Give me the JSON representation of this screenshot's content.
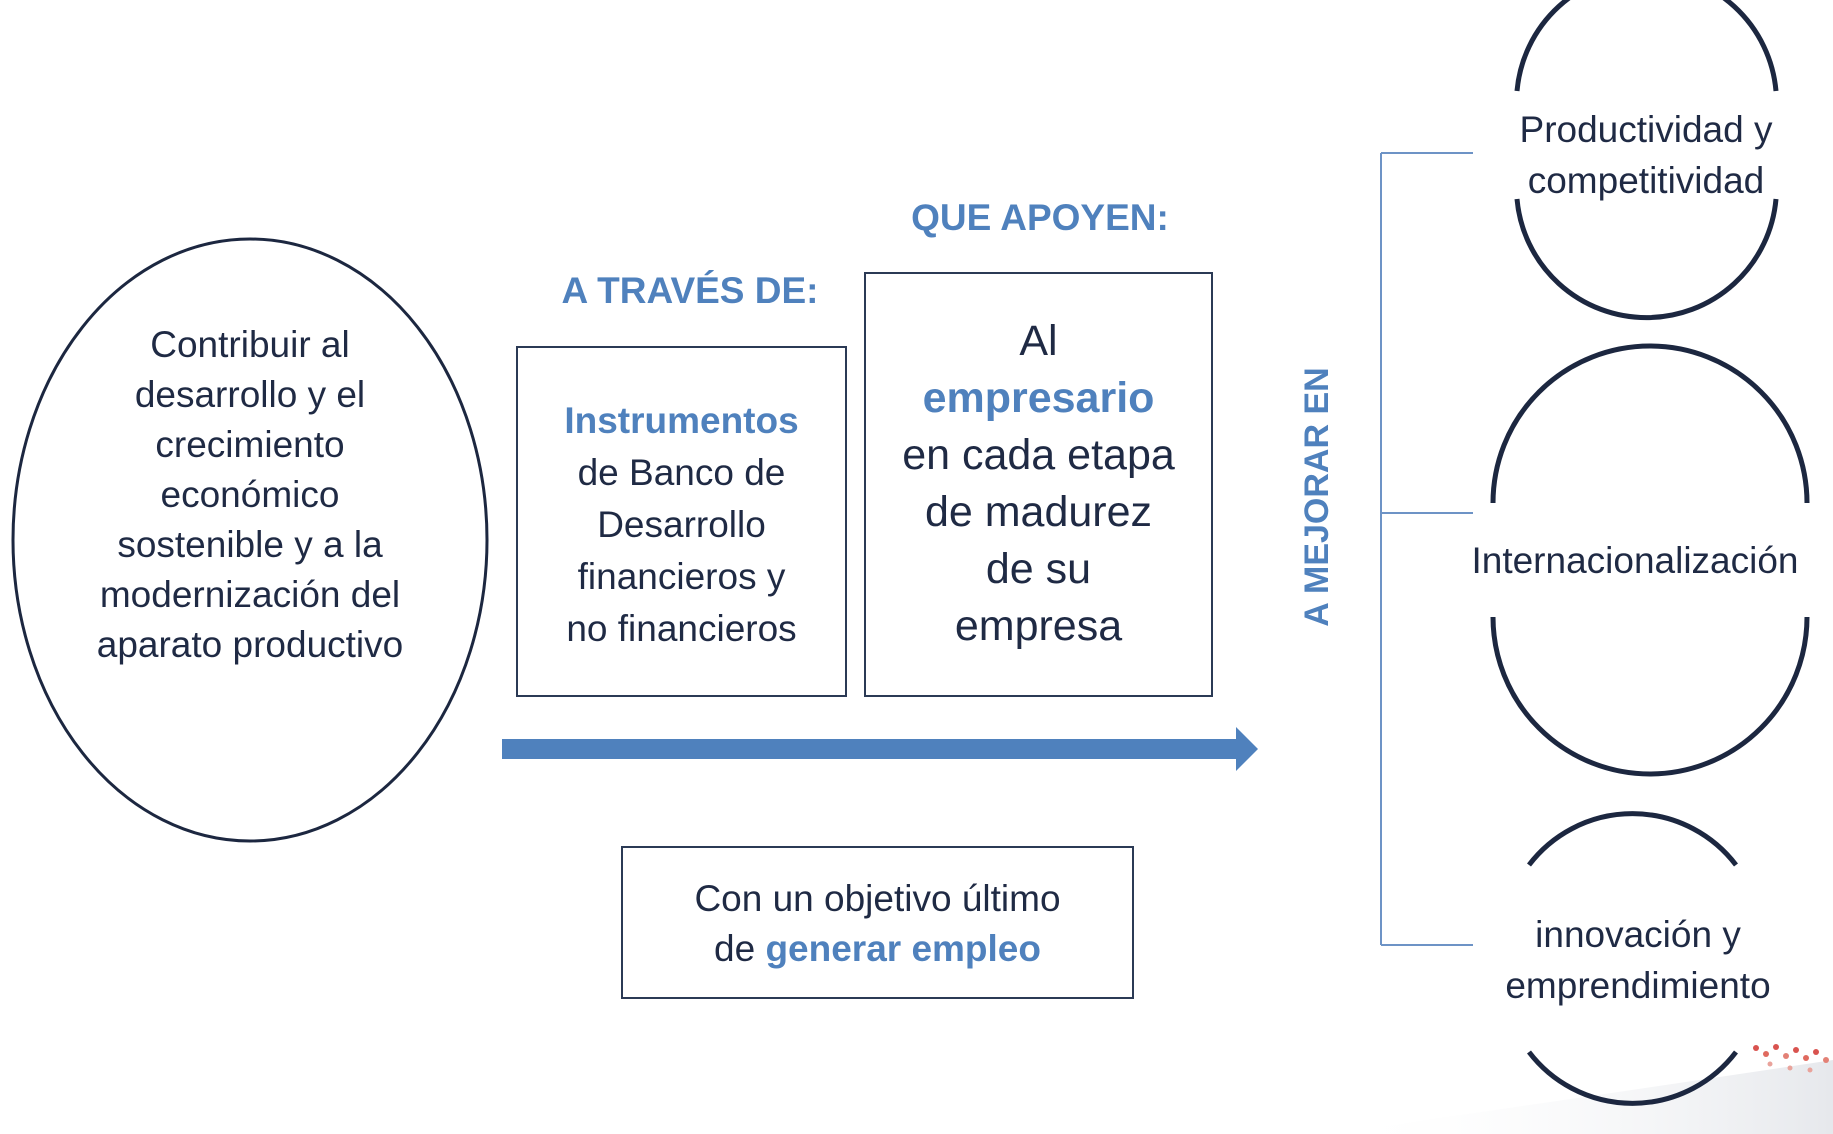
{
  "goal": {
    "lines": [
      "Contribuir al",
      "desarrollo y el",
      "crecimiento",
      "económico",
      "sostenible y a la",
      "modernización del",
      "aparato productivo"
    ]
  },
  "through": {
    "heading": "A TRAVÉS DE:",
    "highlight": "Instrumentos",
    "lines": [
      "de Banco  de",
      "Desarrollo",
      "financieros y",
      "no financieros"
    ]
  },
  "support": {
    "heading": "QUE APOYEN:",
    "line1": "Al",
    "highlight": "empresario",
    "lines": [
      "en cada etapa",
      "de madurez",
      "de su",
      "empresa"
    ]
  },
  "objective": {
    "text": "Con un objetivo último",
    "prefix": "de ",
    "highlight": "generar empleo"
  },
  "improve": {
    "vertical_label": "A MEJORAR EN",
    "items": [
      {
        "lines": [
          "Productividad y",
          "competitividad"
        ]
      },
      {
        "lines": [
          "Internacionalización"
        ]
      },
      {
        "lines": [
          "innovación y",
          "emprendimiento"
        ]
      }
    ]
  },
  "colors": {
    "accent": "#4f81bd",
    "text": "#1f2a44",
    "outline": "#1c2740",
    "bracket": "#6d93c6"
  }
}
